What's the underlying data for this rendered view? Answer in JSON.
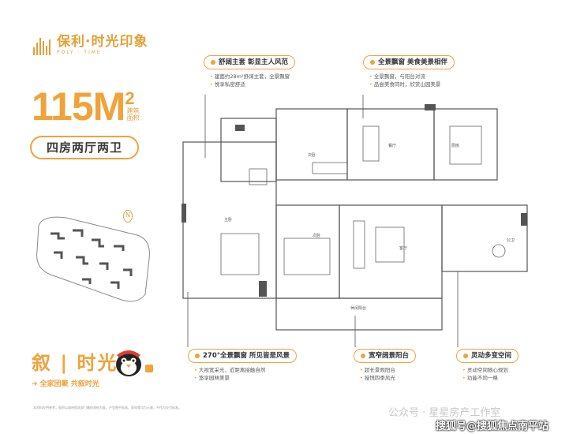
{
  "brand": {
    "name": "保利·时光印象",
    "subname": "POLY · TIME"
  },
  "area": {
    "number": "115M",
    "sup": "2",
    "note": "建筑面积"
  },
  "layout_tag": "四房两厅两卫",
  "compass": "N",
  "callouts": {
    "master": {
      "title": "舒阔主套 彰显主人风范",
      "desc": [
        "建面约28m²舒阔主套，全景飘窗",
        "悦享私密舒适"
      ]
    },
    "view": {
      "title": "全景飘窗 美食美景相伴",
      "desc": [
        "全景飘窗，与阳台对流",
        "品尝美食同时，欣赏山园美景"
      ]
    },
    "panorama": {
      "title": "270°全景飘窗 所见皆是风景",
      "desc": [
        "大视宽采光，近距离接触自然",
        "悠享园林美景"
      ]
    },
    "balcony": {
      "title": "宽窄阔景阳台",
      "desc": [
        "超长景观阳台",
        "授悦四季风光"
      ]
    },
    "flex": {
      "title": "灵动多变空间",
      "desc": [
        "灵动空间随心规划",
        "功能不同一格"
      ]
    }
  },
  "rooms": {
    "master_bedroom": "主卧",
    "bedroom_1": "次卧",
    "bedroom_2": "次卧",
    "dining": "餐厅",
    "kitchen": "厨房",
    "living": "客厅",
    "bathroom": "公卫",
    "balcony": "休闲阳台"
  },
  "slogan": {
    "title": "叙 | 时光",
    "sub": "➜ 全家团聚 共叙时光"
  },
  "disclaimer": "本资料仅供参考，面积以政府相关部门最终测绘为准，户型图中家具、家电等均为示意，不作为交付标准。",
  "watermarks": {
    "top": "公众号 · 星星房产工作室",
    "bottom": "搜狐号@搜狐焦点南平站"
  },
  "colors": {
    "accent": "#f0a33a",
    "wall": "#555555",
    "text": "#333333"
  }
}
